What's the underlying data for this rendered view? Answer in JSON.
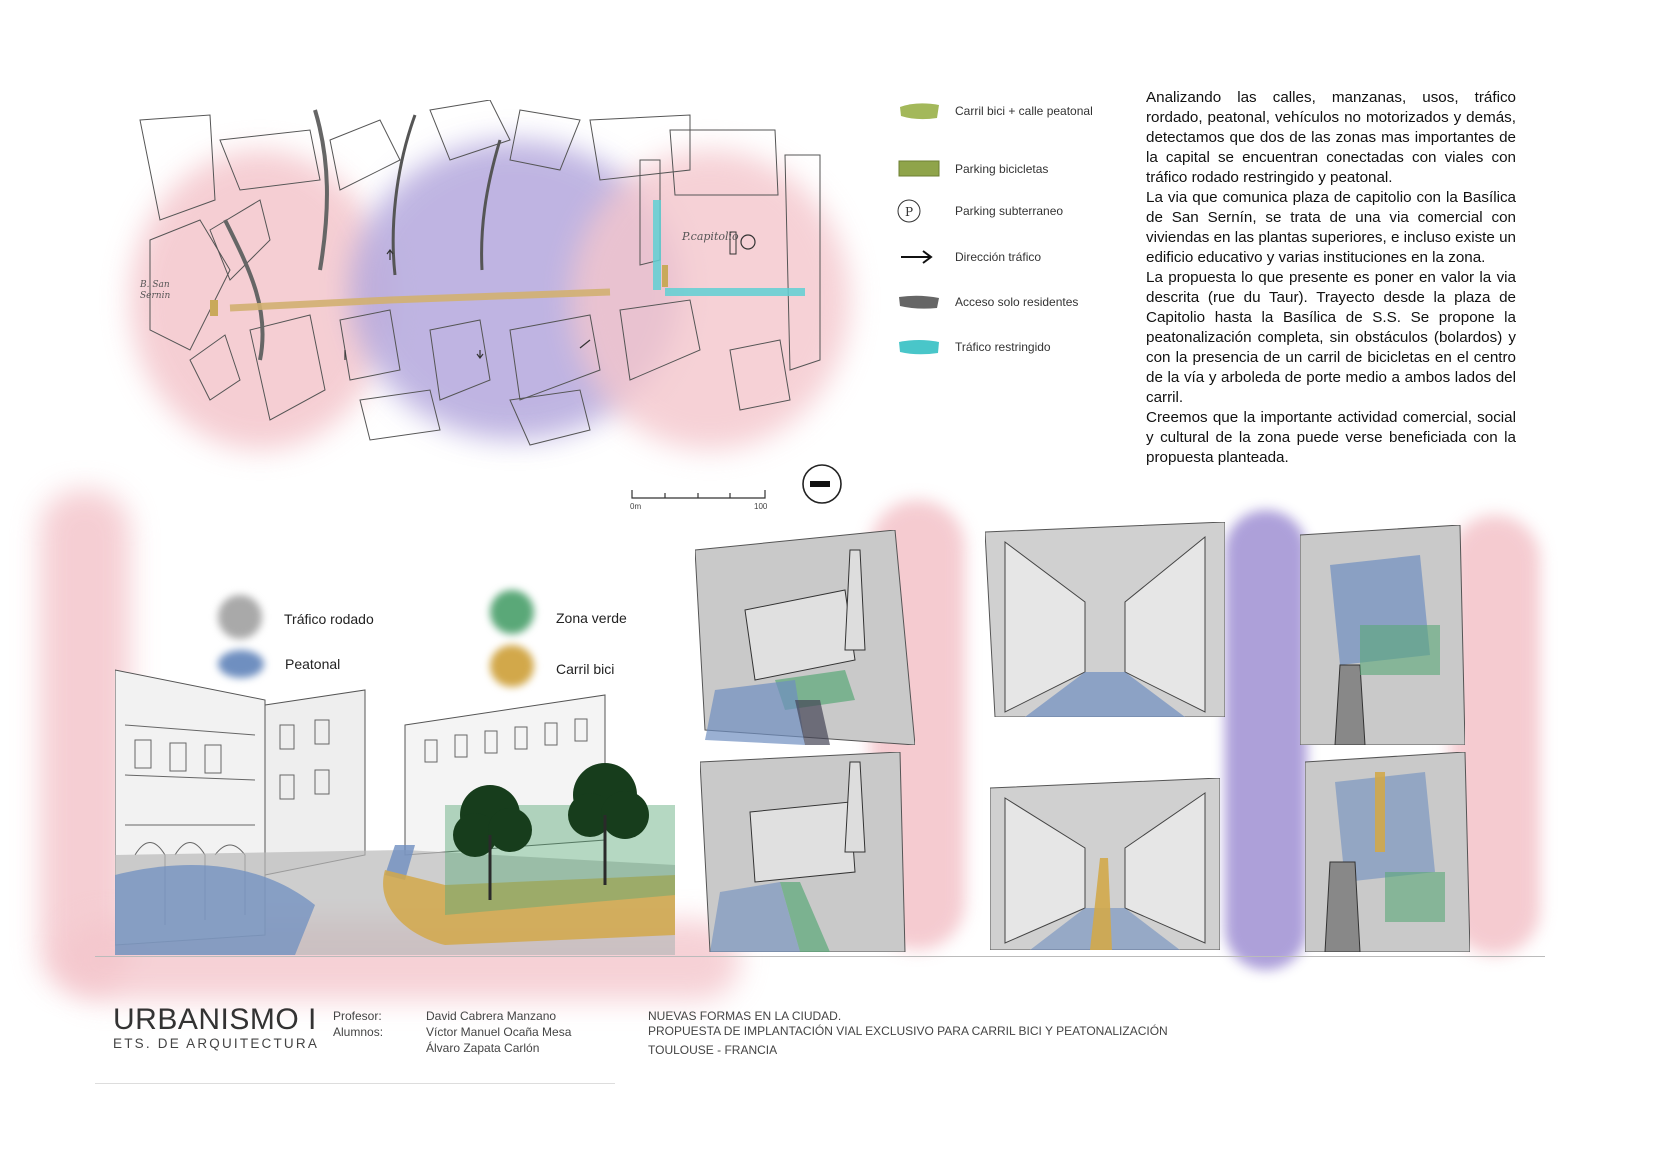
{
  "map_legend": {
    "items": [
      {
        "label": "Carril bici + calle peatonal",
        "icon": "green-brush-swatch",
        "color": "#a3b85a"
      },
      {
        "label": "Parking bicicletas",
        "icon": "green-rect-swatch",
        "color": "#8fa44a"
      },
      {
        "label": "Parking subterraneo",
        "icon": "parking-p-icon",
        "symbol": "P"
      },
      {
        "label": "Dirección tráfico",
        "icon": "arrow-right-icon",
        "symbol": "→"
      },
      {
        "label": "Acceso solo residentes",
        "icon": "gray-brush-swatch",
        "color": "#666666"
      },
      {
        "label": "Tráfico restringido",
        "icon": "cyan-brush-swatch",
        "color": "#49c6c9"
      }
    ]
  },
  "map": {
    "label_capitolio": "P.capitolio",
    "label_basilica": "B. San Sernin",
    "scale_start": "0m",
    "scale_end": "100"
  },
  "description": {
    "paragraphs": [
      "Analizando las calles, manzanas, usos, tráfico rordado, peatonal, vehículos no motorizados y demás, detectamos que dos de las zonas mas importantes de la capital se encuentran conectadas con viales con tráfico rodado restringido y peatonal.",
      "La via que comunica plaza de capitolio con la Basílica de San Sernín, se trata de una via comercial con viviendas en las plantas superiores, e incluso existe un edificio educativo y varias instituciones en la zona.",
      "La propuesta lo que presente es poner en valor la via descrita (rue du Taur). Trayecto desde la plaza de Capitolio hasta la Basílica de S.S. Se propone la peatonalización completa, sin obstáculos (bolardos) y con la presencia de un carril de bicicletas en el centro de la vía y arboleda de porte medio a ambos lados del carril.",
      "Creemos que la importante actividad comercial, social y cultural de la zona puede verse beneficiada con la propuesta planteada."
    ]
  },
  "street_legend": {
    "items": [
      {
        "label": "Tráfico rodado",
        "color": "#a9a9a9"
      },
      {
        "label": "Peatonal",
        "color": "#6f8fc0"
      },
      {
        "label": "Zona verde",
        "color": "#5aa878"
      },
      {
        "label": "Carril bici",
        "color": "#d2a84a"
      }
    ]
  },
  "footer": {
    "course": "URBANISMO I",
    "school": "ETS. DE ARQUITECTURA",
    "professor_label": "Profesor:",
    "professor": "David Cabrera Manzano",
    "students_label": "Alumnos:",
    "student1": "Víctor Manuel Ocaña Mesa",
    "student2": "Álvaro Zapata Carlón",
    "topic": "NUEVAS FORMAS EN LA CIUDAD.",
    "proposal": "PROPUESTA DE IMPLANTACIÓN VIAL EXCLUSIVO PARA CARRIL BICI Y PEATONALIZACIÓN",
    "location": "TOULOUSE - FRANCIA"
  },
  "colors": {
    "pink": "#f4c6cc",
    "lavender": "#a99bd8",
    "bike_lane": "#d2b071",
    "restricted": "#5fd0d4"
  }
}
